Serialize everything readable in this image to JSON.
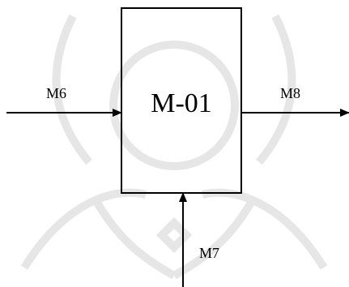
{
  "diagram": {
    "unit": {
      "label": "M-01"
    },
    "streams": {
      "input_left": {
        "label": "M6"
      },
      "output_right": {
        "label": "M8"
      },
      "input_bottom": {
        "label": "M7"
      }
    }
  },
  "colors": {
    "line": "#000000",
    "watermark": "#e6e6e6",
    "background": "#ffffff"
  }
}
